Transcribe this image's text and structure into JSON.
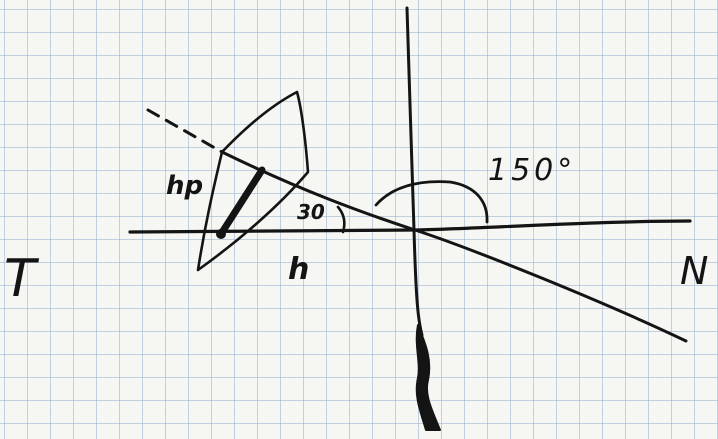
{
  "labels": {
    "t": "T",
    "n": "N",
    "hp": "hp",
    "h": "h",
    "angle_30": "30",
    "angle_150": "150°"
  },
  "ink_color": "#141414",
  "grid_color": "#96afcd"
}
